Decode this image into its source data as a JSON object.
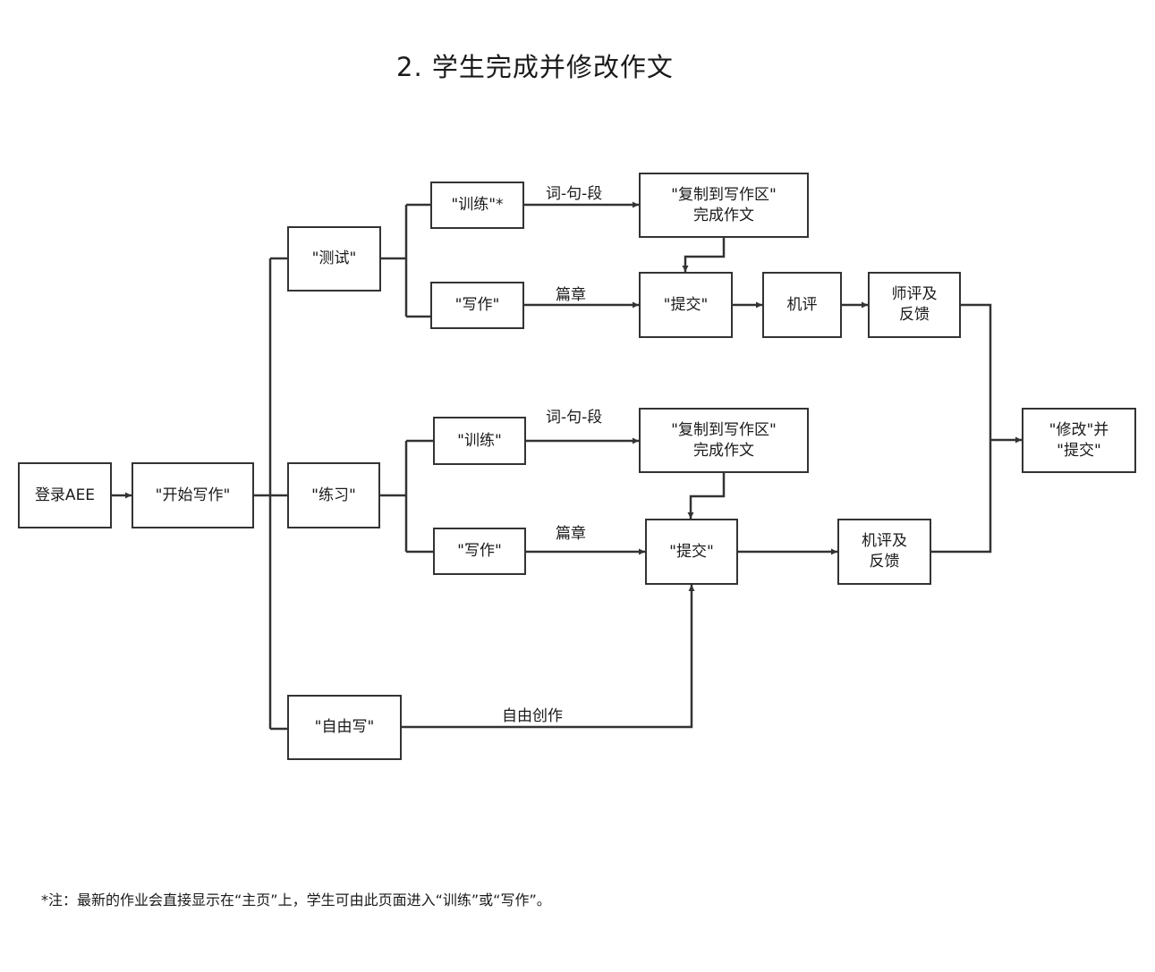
{
  "title": "2. 学生完成并修改作文",
  "nodes": {
    "login": "登录AEE",
    "start_writing": "\"开始写作\"",
    "test": "\"测试\"",
    "practice": "\"练习\"",
    "free_write": "\"自由写\"",
    "test_train": "\"训练\"*",
    "test_write": "\"写作\"",
    "practice_train": "\"训练\"",
    "practice_write": "\"写作\"",
    "test_copy": "\"复制到写作区\"\n完成作文",
    "practice_copy": "\"复制到写作区\"\n完成作文",
    "test_submit": "\"提交\"",
    "practice_submit": "\"提交\"",
    "machine_eval": "机评",
    "teacher_feedback": "师评及\n反馈",
    "machine_feedback": "机评及\n反馈",
    "revise_submit": "\"修改\"并\n\"提交\""
  },
  "edge_labels": {
    "test_train_label": "词-句-段",
    "test_write_label": "篇章",
    "practice_train_label": "词-句-段",
    "practice_write_label": "篇章",
    "free_write_label": "自由创作"
  },
  "footnote": "*注：最新的作业会直接显示在“主页”上，学生可由此页面进入“训练”或“写作”。"
}
